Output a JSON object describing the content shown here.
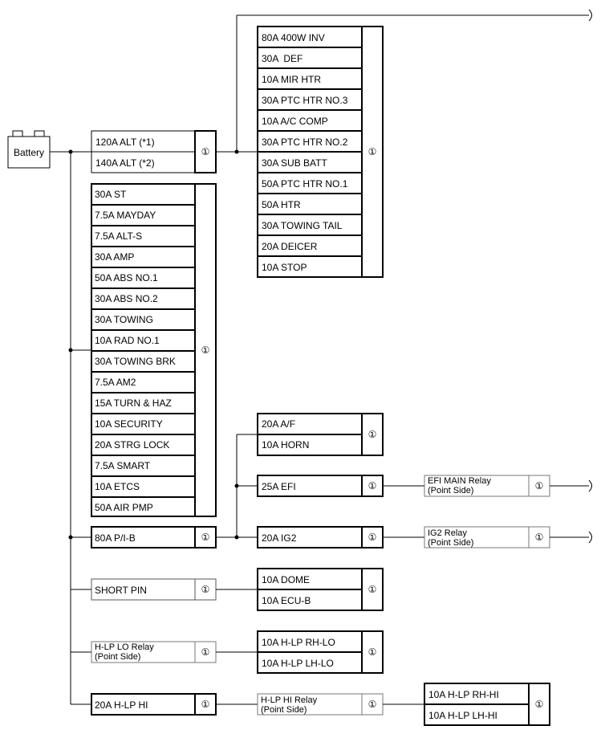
{
  "battery": {
    "label": "Battery"
  },
  "circle_tag": "①",
  "alt_group": {
    "fuses": [
      "120A ALT (*1)",
      "140A ALT (*2)"
    ]
  },
  "upper_right_group": {
    "fuses": [
      "80A 400W INV",
      "30A  DEF",
      "10A MIR HTR",
      "30A PTC HTR NO.3",
      "10A A/C COMP",
      "30A PTC HTR NO.2",
      "30A SUB BATT",
      "50A PTC HTR NO.1",
      "50A HTR",
      "30A TOWING TAIL",
      "20A DEICER",
      "10A STOP"
    ]
  },
  "main_group": {
    "fuses": [
      "30A ST",
      "7.5A MAYDAY",
      "7.5A ALT-S",
      "30A AMP",
      "50A ABS NO.1",
      "30A ABS NO.2",
      "30A TOWING",
      "10A RAD NO.1",
      "30A TOWING BRK",
      "7.5A AM2",
      "15A TURN & HAZ",
      "10A SECURITY",
      "20A STRG LOCK",
      "7.5A SMART",
      "10A ETCS",
      "50A AIR PMP"
    ]
  },
  "pib": {
    "fuse": "80A P/I-B"
  },
  "af_horn_group": {
    "fuses": [
      "20A A/F",
      "10A HORN"
    ]
  },
  "efi": {
    "fuse": "25A EFI",
    "relay_line1": "EFI MAIN Relay",
    "relay_line2": "(Point Side)"
  },
  "ig2": {
    "fuse": "20A IG2",
    "relay_line1": "IG2 Relay",
    "relay_line2": "(Point Side)"
  },
  "short_pin": {
    "label": "SHORT PIN",
    "fuses": [
      "10A DOME",
      "10A ECU-B"
    ]
  },
  "hlp_lo": {
    "relay_line1": "H-LP LO Relay",
    "relay_line2": "(Point Side)",
    "fuses": [
      "10A H-LP RH-LO",
      "10A H-LP LH-LO"
    ]
  },
  "hlp_hi": {
    "fuse": "20A H-LP HI",
    "relay_line1": "H-LP HI Relay",
    "relay_line2": "(Point Side)",
    "fuses": [
      "10A H-LP RH-HI",
      "10A H-LP LH-HI"
    ]
  }
}
